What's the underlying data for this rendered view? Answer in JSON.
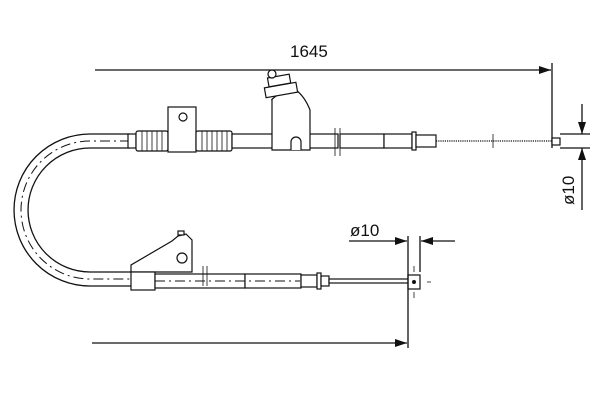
{
  "drawing": {
    "length_dimension": "1645",
    "end_diameter_right": "ø10",
    "end_diameter_bottom": "ø10",
    "line_color": "#111111",
    "background": "#ffffff"
  }
}
